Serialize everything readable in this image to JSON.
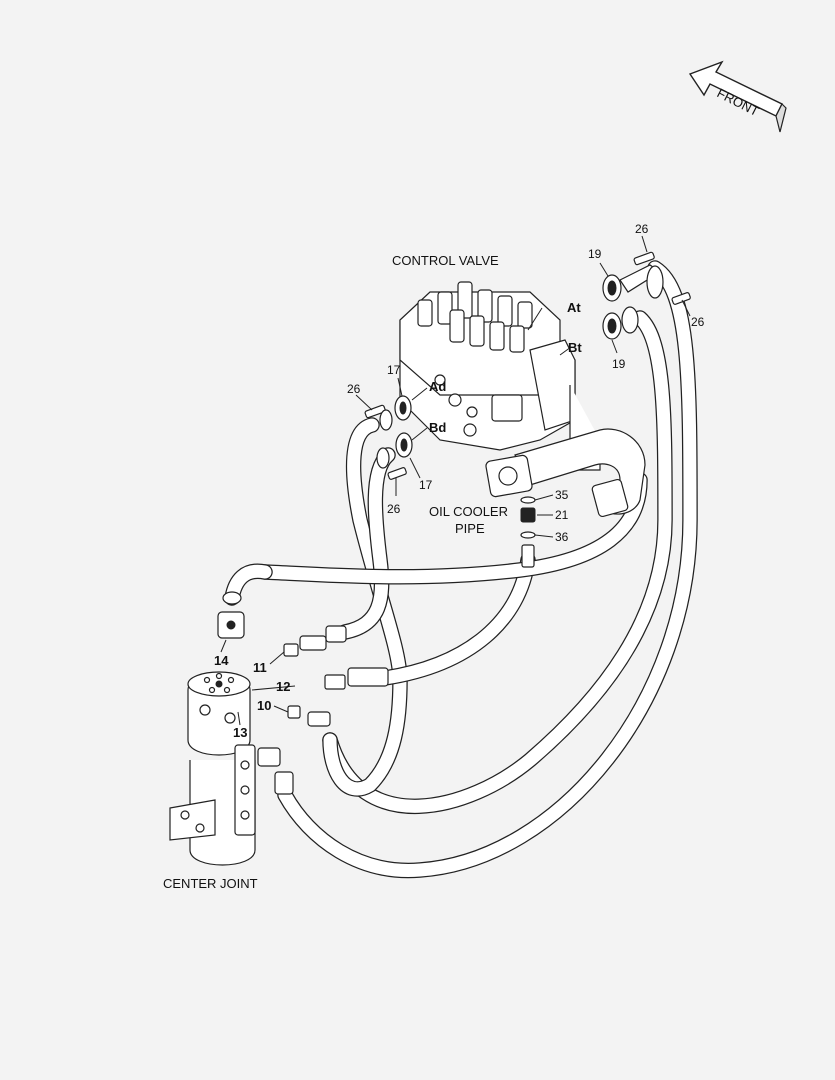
{
  "labels": {
    "front": "FRONT",
    "control_valve": "CONTROL VALVE",
    "oil_cooler_pipe_line1": "OIL COOLER",
    "oil_cooler_pipe_line2": "PIPE",
    "center_joint": "CENTER JOINT",
    "port_at": "At",
    "port_bt": "Bt",
    "port_ad": "Ad",
    "port_bd": "Bd"
  },
  "callouts": {
    "c26_top": "26",
    "c19_top": "19",
    "c26_right": "26",
    "c19_bottom": "19",
    "c26_left": "26",
    "c17_top": "17",
    "c17_bottom": "17",
    "c26_lower": "26",
    "c35": "35",
    "c21": "21",
    "c36": "36",
    "c14": "14",
    "c11": "11",
    "c12": "12",
    "c10": "10",
    "c13": "13"
  }
}
